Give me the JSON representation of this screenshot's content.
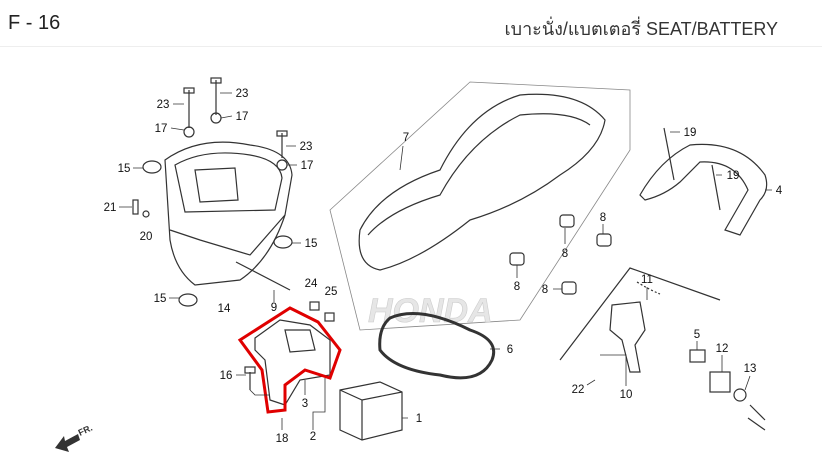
{
  "header": {
    "page_code": "F - 16",
    "title": "เบาะนั่ง/แบตเตอรี่  SEAT/BATTERY"
  },
  "diagram": {
    "callouts": [
      "23",
      "23",
      "17",
      "17",
      "23",
      "17",
      "15",
      "21",
      "20",
      "15",
      "15",
      "14",
      "9",
      "24",
      "25",
      "7",
      "19",
      "19",
      "4",
      "8",
      "8",
      "8",
      "8",
      "11",
      "6",
      "5",
      "12",
      "13",
      "22",
      "10",
      "16",
      "3",
      "1",
      "18",
      "2"
    ],
    "logo_text": "HONDA",
    "direction_marker": "FR.",
    "highlight_color": "#e00000",
    "line_color": "#333333"
  }
}
